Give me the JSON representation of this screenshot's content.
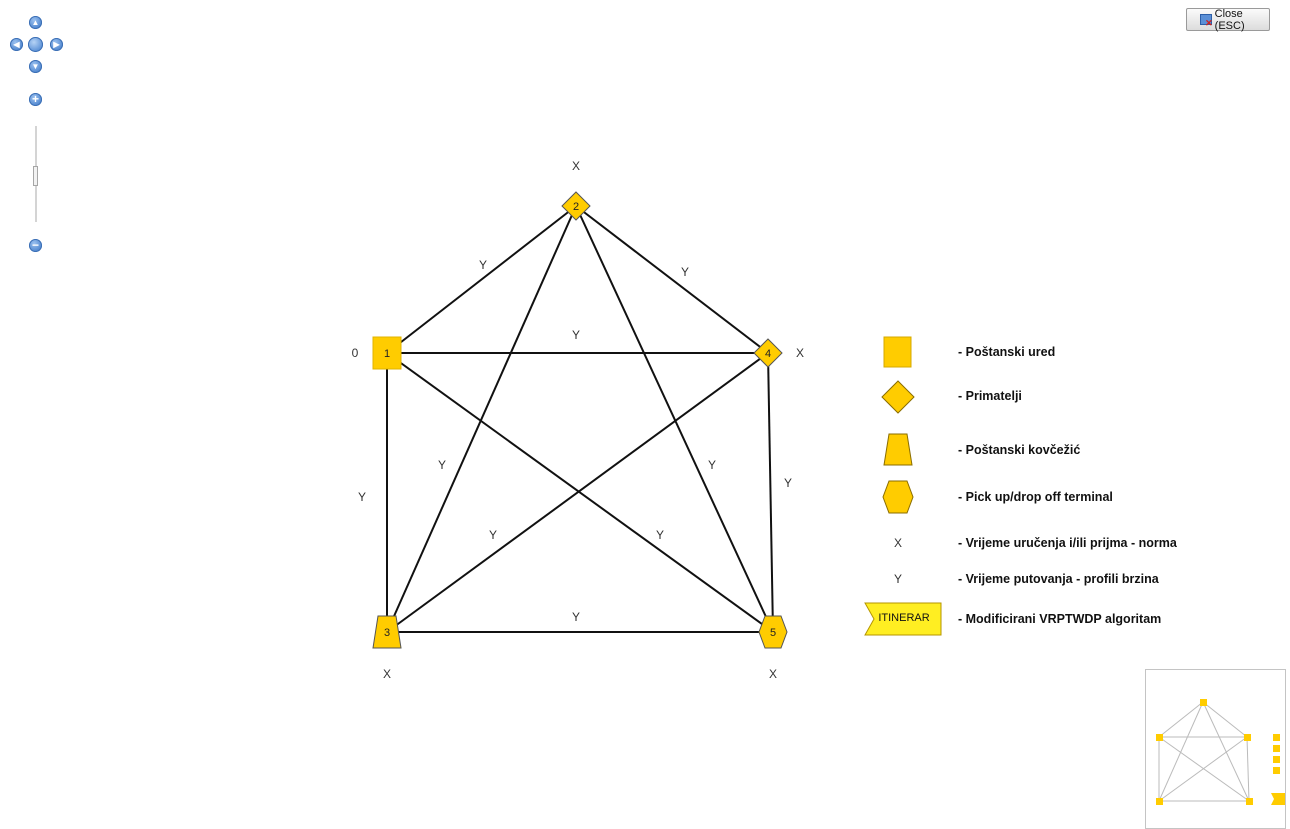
{
  "toolbar": {
    "close_label": "Close (ESC)"
  },
  "navigation": {
    "pan_up": "pan-up",
    "pan_down": "pan-down",
    "pan_left": "pan-left",
    "pan_right": "pan-right",
    "zoom_in": "+",
    "zoom_out": "−"
  },
  "colors": {
    "node_fill": "#ffcc00",
    "node_stroke": "#c9a000",
    "edge": "#111111",
    "nav_blue": "#4f86cf"
  },
  "graph": {
    "nodes": [
      {
        "id": "1",
        "shape": "square",
        "time_label": "0"
      },
      {
        "id": "2",
        "shape": "diamond",
        "time_label": "X"
      },
      {
        "id": "3",
        "shape": "trapezoid",
        "time_label": "X"
      },
      {
        "id": "4",
        "shape": "diamond",
        "time_label": "X"
      },
      {
        "id": "5",
        "shape": "hexagon",
        "time_label": "X"
      }
    ],
    "edges": [
      {
        "from": "1",
        "to": "2",
        "label": "Y"
      },
      {
        "from": "2",
        "to": "4",
        "label": "Y"
      },
      {
        "from": "1",
        "to": "4",
        "label": "Y"
      },
      {
        "from": "2",
        "to": "3",
        "label": "Y"
      },
      {
        "from": "2",
        "to": "5",
        "label": "Y"
      },
      {
        "from": "4",
        "to": "5",
        "label": "Y"
      },
      {
        "from": "1",
        "to": "3",
        "label": "Y"
      },
      {
        "from": "4",
        "to": "3",
        "label": "Y"
      },
      {
        "from": "1",
        "to": "5",
        "label": "Y"
      },
      {
        "from": "3",
        "to": "5",
        "label": "Y"
      }
    ]
  },
  "legend": {
    "items": [
      {
        "symbol": "square",
        "text": "- Poštanski ured"
      },
      {
        "symbol": "diamond",
        "text": "- Primatelji"
      },
      {
        "symbol": "trapezoid",
        "text": "- Poštanski kovčežić"
      },
      {
        "symbol": "hexagon",
        "text": "- Pick up/drop off  terminal"
      },
      {
        "symbol": "X",
        "text": "- Vrijeme uručenja i/ili prijma - norma"
      },
      {
        "symbol": "Y",
        "text": "- Vrijeme putovanja - profili brzina"
      },
      {
        "symbol": "ITINERAR",
        "text": "- Modificirani VRPTWDP algoritam"
      }
    ]
  }
}
